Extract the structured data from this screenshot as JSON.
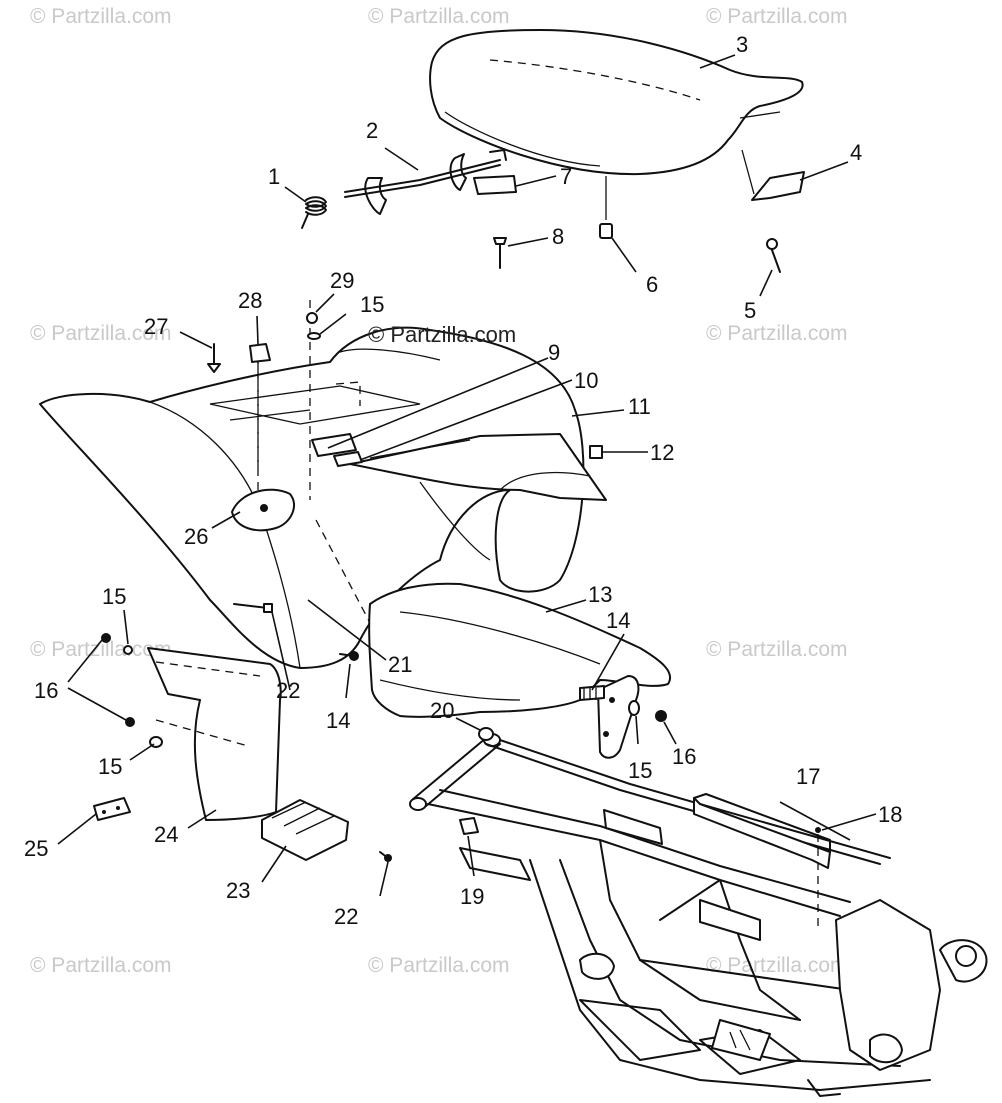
{
  "watermark": {
    "text": "© Partzilla.com",
    "featured_text": "© Partzilla.com"
  },
  "callouts": [
    {
      "id": "1",
      "text": "1"
    },
    {
      "id": "2",
      "text": "2"
    },
    {
      "id": "3",
      "text": "3"
    },
    {
      "id": "4",
      "text": "4"
    },
    {
      "id": "5",
      "text": "5"
    },
    {
      "id": "6",
      "text": "6"
    },
    {
      "id": "7",
      "text": "7"
    },
    {
      "id": "8",
      "text": "8"
    },
    {
      "id": "9",
      "text": "9"
    },
    {
      "id": "10",
      "text": "10"
    },
    {
      "id": "11",
      "text": "11"
    },
    {
      "id": "12",
      "text": "12"
    },
    {
      "id": "13",
      "text": "13"
    },
    {
      "id": "14a",
      "text": "14"
    },
    {
      "id": "14b",
      "text": "14"
    },
    {
      "id": "15a",
      "text": "15"
    },
    {
      "id": "15b",
      "text": "15"
    },
    {
      "id": "15c",
      "text": "15"
    },
    {
      "id": "15d",
      "text": "15"
    },
    {
      "id": "16a",
      "text": "16"
    },
    {
      "id": "16b",
      "text": "16"
    },
    {
      "id": "17",
      "text": "17"
    },
    {
      "id": "18",
      "text": "18"
    },
    {
      "id": "19",
      "text": "19"
    },
    {
      "id": "20",
      "text": "20"
    },
    {
      "id": "21",
      "text": "21"
    },
    {
      "id": "22a",
      "text": "22"
    },
    {
      "id": "22b",
      "text": "22"
    },
    {
      "id": "23",
      "text": "23"
    },
    {
      "id": "24",
      "text": "24"
    },
    {
      "id": "25",
      "text": "25"
    },
    {
      "id": "26",
      "text": "26"
    },
    {
      "id": "27",
      "text": "27"
    },
    {
      "id": "28",
      "text": "28"
    },
    {
      "id": "29",
      "text": "29"
    }
  ]
}
